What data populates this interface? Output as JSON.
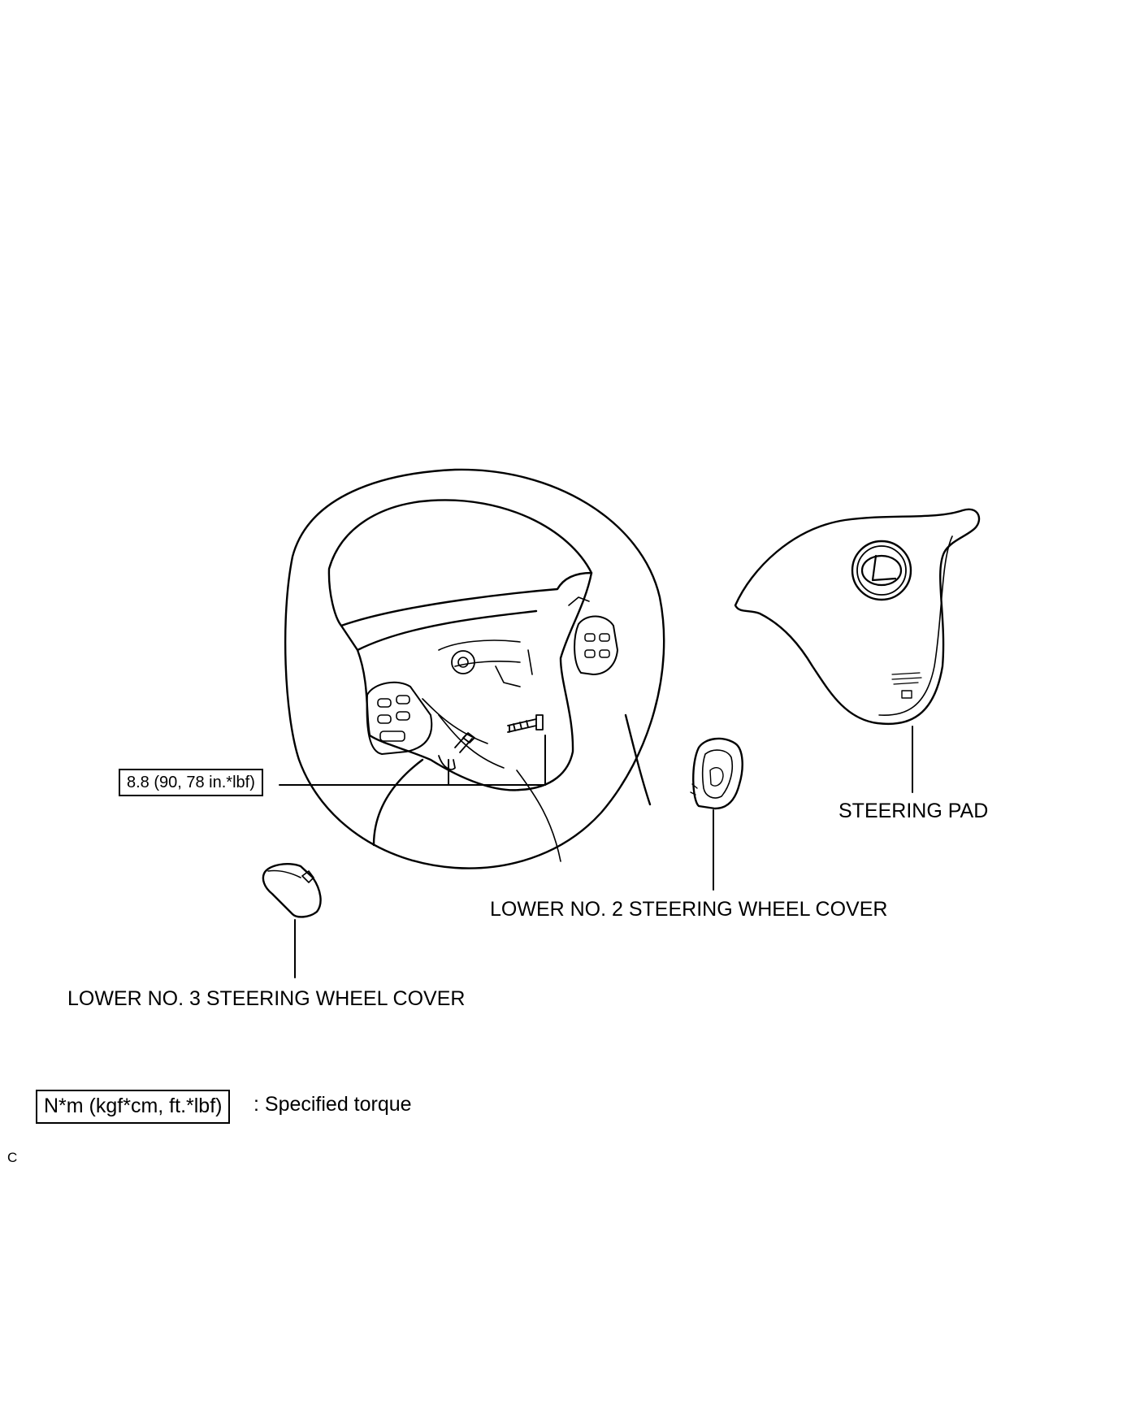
{
  "labels": {
    "steering_pad": "STEERING PAD",
    "lower_no2_cover": "LOWER NO. 2 STEERING WHEEL COVER",
    "lower_no3_cover": "LOWER NO. 3 STEERING WHEEL COVER"
  },
  "torque_callout": {
    "value": "8.8 (90, 78 in.*lbf)"
  },
  "legend": {
    "box_text": "N*m (kgf*cm, ft.*lbf)",
    "description": ": Specified torque"
  },
  "corner_code": "C",
  "icons": {
    "steering_wheel": "steering-wheel-icon",
    "steering_pad": "airbag-pad-icon",
    "logo": "lexus-logo-icon",
    "lower_no2_cover": "cover-part-icon",
    "lower_no3_cover": "cover-part-icon",
    "bolt": "bolt-icon"
  }
}
